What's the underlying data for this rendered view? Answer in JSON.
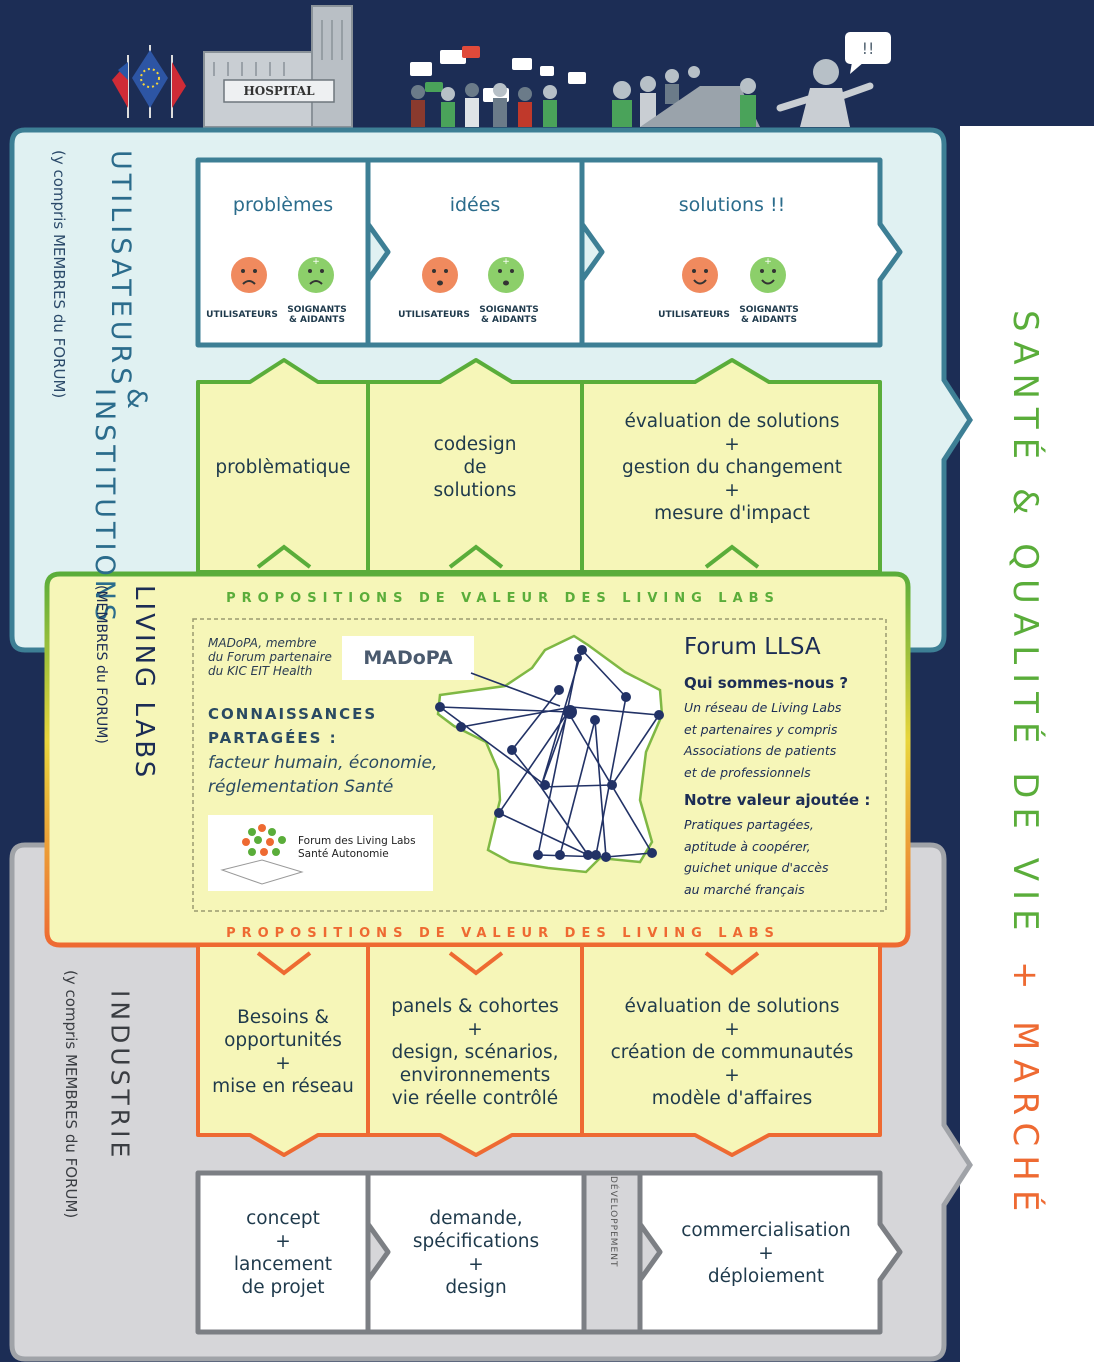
{
  "top": {
    "building_sign": "HOSPITAL",
    "speech_bubble": "!!"
  },
  "users_section": {
    "title_line1": "UTILISATEURS",
    "title_line2": "& INSTITUTIONS",
    "subtitle": "(y compris MEMBRES du FORUM)",
    "columns": [
      {
        "title": "problèmes",
        "face1_label": "UTILISATEURS",
        "face2_label": "SOIGNANTS\n& AIDANTS",
        "mood": "sad"
      },
      {
        "title": "idées",
        "face1_label": "UTILISATEURS",
        "face2_label": "SOIGNANTS\n& AIDANTS",
        "mood": "neutral"
      },
      {
        "title": "solutions !!",
        "face1_label": "UTILISATEURS",
        "face2_label": "SOIGNANTS\n& AIDANTS",
        "mood": "happy"
      }
    ],
    "value_props": [
      "problèmatique",
      "codesign\nde\nsolutions",
      "évaluation de solutions\n+\ngestion du changement\n+\nmesure d'impact"
    ]
  },
  "living_labs": {
    "title": "LIVING LABS",
    "subtitle": "(MEMBRES du FORUM)",
    "propositions_top": "PROPOSITIONS DE VALEUR DES LIVING LABS",
    "propositions_bottom": "PROPOSITIONS DE VALEUR DES LIVING LABS",
    "madopa_text": "MADoPA, membre\ndu Forum partenaire\ndu KIC EIT Health",
    "madopa_logo": "MADoPA",
    "knowledge_title": "CONNAISSANCES\nPARTAGÉES :",
    "knowledge_text": "facteur humain, économie,\nréglementation Santé",
    "forum_logo": "Forum des Living Labs\nSanté Autonomie",
    "forum_title": "Forum LLSA",
    "who_title": "Qui sommes-nous ?",
    "who_text": "Un réseau de Living Labs\net partenaires y compris\nAssociations de patients\net de professionnels",
    "value_title": "Notre valeur ajoutée :",
    "value_text": "Pratiques partagées,\naptitude à coopérer,\nguichet unique d'accès\nau marché français"
  },
  "industry": {
    "title": "INDUSTRIE",
    "subtitle": "(y compris MEMBRES du FORUM)",
    "value_props": [
      "Besoins &\nopportunités\n+\nmise en réseau",
      "panels & cohortes\n+\ndesign, scénarios,\nenvironnements\nvie réelle contrôlé",
      "évaluation de solutions\n+\ncréation de communautés\n+\nmodèle d'affaires"
    ],
    "stages": [
      "concept\n+\nlancement\nde projet",
      "demande,\nspécifications\n+\ndesign",
      "commercialisation\n+\ndéploiement"
    ],
    "dev_label": "DÉVELOPPEMENT"
  },
  "right_banner": {
    "part1": "SANTÉ & QUALITÉ DE VIE",
    "plus": "+",
    "part2": "MARCHÉ"
  },
  "colors": {
    "navy": "#1c2d55",
    "light_blue": "#e0f1f2",
    "blue_border": "#3d7f95",
    "yellow": "#f6f6b8",
    "green": "#5aad3a",
    "orange": "#ee6a32",
    "gray": "#d6d6d9",
    "teal_text": "#2b6c8c"
  }
}
